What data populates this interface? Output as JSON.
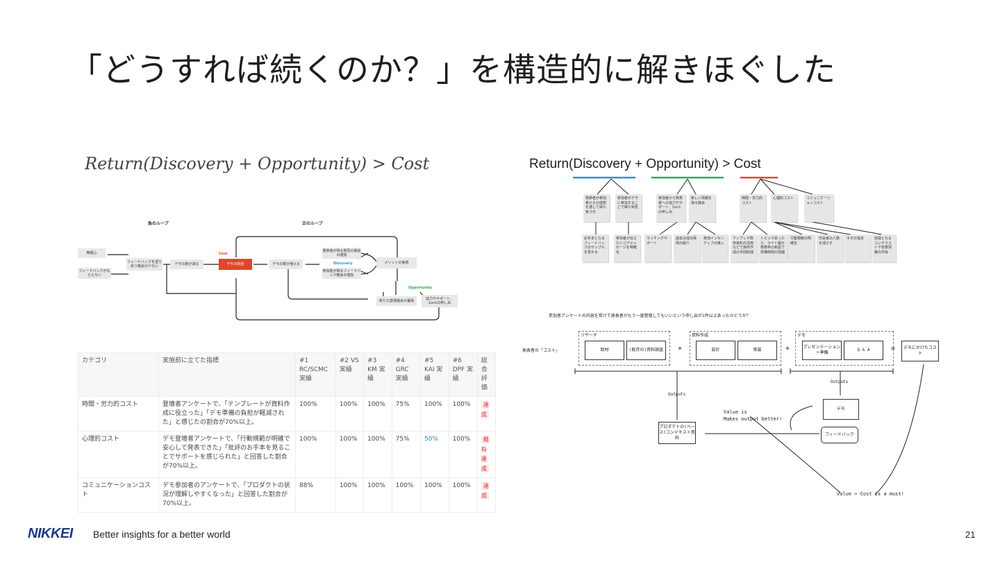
{
  "title": "「どうすれば続くのか？」を構造的に解きほぐした",
  "formula_left": "Return(Discovery + Opportunity) > Cost",
  "formula_right": "Return(Discovery + Opportunity) > Cost",
  "loop_diagram": {
    "negative_loop": "負のループ",
    "positive_loop": "正のループ",
    "cost": "Cost",
    "discovery": "Discovery",
    "opportunity": "Opportunity",
    "nodes": {
      "anxiety": "無関心",
      "feedback_hard": "フィードバックがもらえない",
      "fb_decrease": "フィードバックを送りあう機会が少ない",
      "demo_decrease": "デモの数が減る",
      "demo_burden": "デモの負担",
      "demo_increase": "デモの数が増える",
      "discovery_a": "発表者が得る発見の機会の増加",
      "discovery_b": "参加者が得るフィードバック機会の増加",
      "merit": "メリットの実感",
      "new_connection": "新たな登壇機会の獲得",
      "support": "協力やサポート、1on1の申し出"
    }
  },
  "tree": {
    "colors": {
      "discovery": "#2d8fd5",
      "opportunity": "#2fae4e",
      "cost": "#e5442b"
    },
    "top": [
      "発表者が参加者からの感想を通して得た気づき",
      "参加者がデモに参加することで得た知見",
      "参加者から発表者への協力やサポート、1on1の申し出",
      "新しい情報を得る機会",
      "時間・労力的コスト",
      "心理的コスト",
      "コミュニケーションコスト"
    ],
    "bottom": [
      "お手本となるフィードバックのサンプルを見せる",
      "参加者が伝えたいコアメッセージを明確化",
      "マッチングサポート",
      "過去の成功事例の紹介",
      "参加インセンティブの導入",
      "テンプレや既存資料の活用などで資料作成の手間削減",
      "トピック絞ったり、ライト版の発表枠の新設で準備時間の短縮",
      "行動規範の明確化",
      "司会者の人数を減らす",
      "ネタの指定",
      "前提となるコンテクストや背景情報の共有"
    ]
  },
  "table": {
    "headers": [
      "カテゴリ",
      "実施前に立てた指標",
      "#1 RC/SCMC 実績",
      "#2 VS 実績",
      "#3 KM 実績",
      "#4 GRC 実績",
      "#5 KAI 実績",
      "#6 DPF 実績",
      "総合評価"
    ],
    "rows": [
      {
        "category": "時間・労力的コスト",
        "metric": "登壇者アンケートで、「テンプレートが資料作成に役立った」「デモ準備の負担が軽減された」と感じたの割合が70%以上。",
        "v1": "100%",
        "v2": "100%",
        "v3": "100%",
        "v4": "75%",
        "v5": "100%",
        "v6": "100%",
        "eval": "達成"
      },
      {
        "category": "心理的コスト",
        "metric": "デモ登壇者アンケートで、「行動規範が明確で安心して発表できた」「批評のお手本を見ることでサポートを感じられた」と回答した割合が70%以上。",
        "v1": "100%",
        "v2": "100%",
        "v3": "100%",
        "v4": "75%",
        "v5": "50%",
        "v6": "100%",
        "eval": "概ね達成"
      },
      {
        "category": "コミュニケーションコスト",
        "metric": "デモ参加者のアンケートで、「プロダクトの状況が理解しやすくなった」と回答した割合が70%以上。",
        "v1": "88%",
        "v2": "100%",
        "v3": "100%",
        "v4": "100%",
        "v5": "100%",
        "v6": "100%",
        "eval": "達成"
      }
    ]
  },
  "sketch": {
    "question": "参加者アンケートの内容を受けて発表者がもう一度登壇してもいいという申し出が1件以上あったかどうか？",
    "presenter_cost": "発表者の「コスト」",
    "research": "リサーチ",
    "material": "資料作成",
    "demo": "デモ",
    "box_subject": "取材",
    "box_existing": "(既存の)資料調査",
    "box_design": "設計",
    "box_impl": "実装",
    "box_presentation": "プレゼンテーション＋準備",
    "box_qa": "Q & A",
    "demo_cost": "デモにかけたコスト",
    "outputs_1": "Outputs",
    "outputs_2": "Outputs",
    "product_doc": "プロダクトの(ベース)コンテキスト資料",
    "demo_box": "デモ",
    "feedback_box": "フィードバック",
    "value_note": "Value is\nMakes output better!",
    "value_cost_note": "Value > Cost is a must!",
    "plus1": "+",
    "plus2": "+",
    "eq": "="
  },
  "footer": {
    "logo": "NIKKEI",
    "tagline": "Better insights for a better world",
    "page": "21"
  }
}
